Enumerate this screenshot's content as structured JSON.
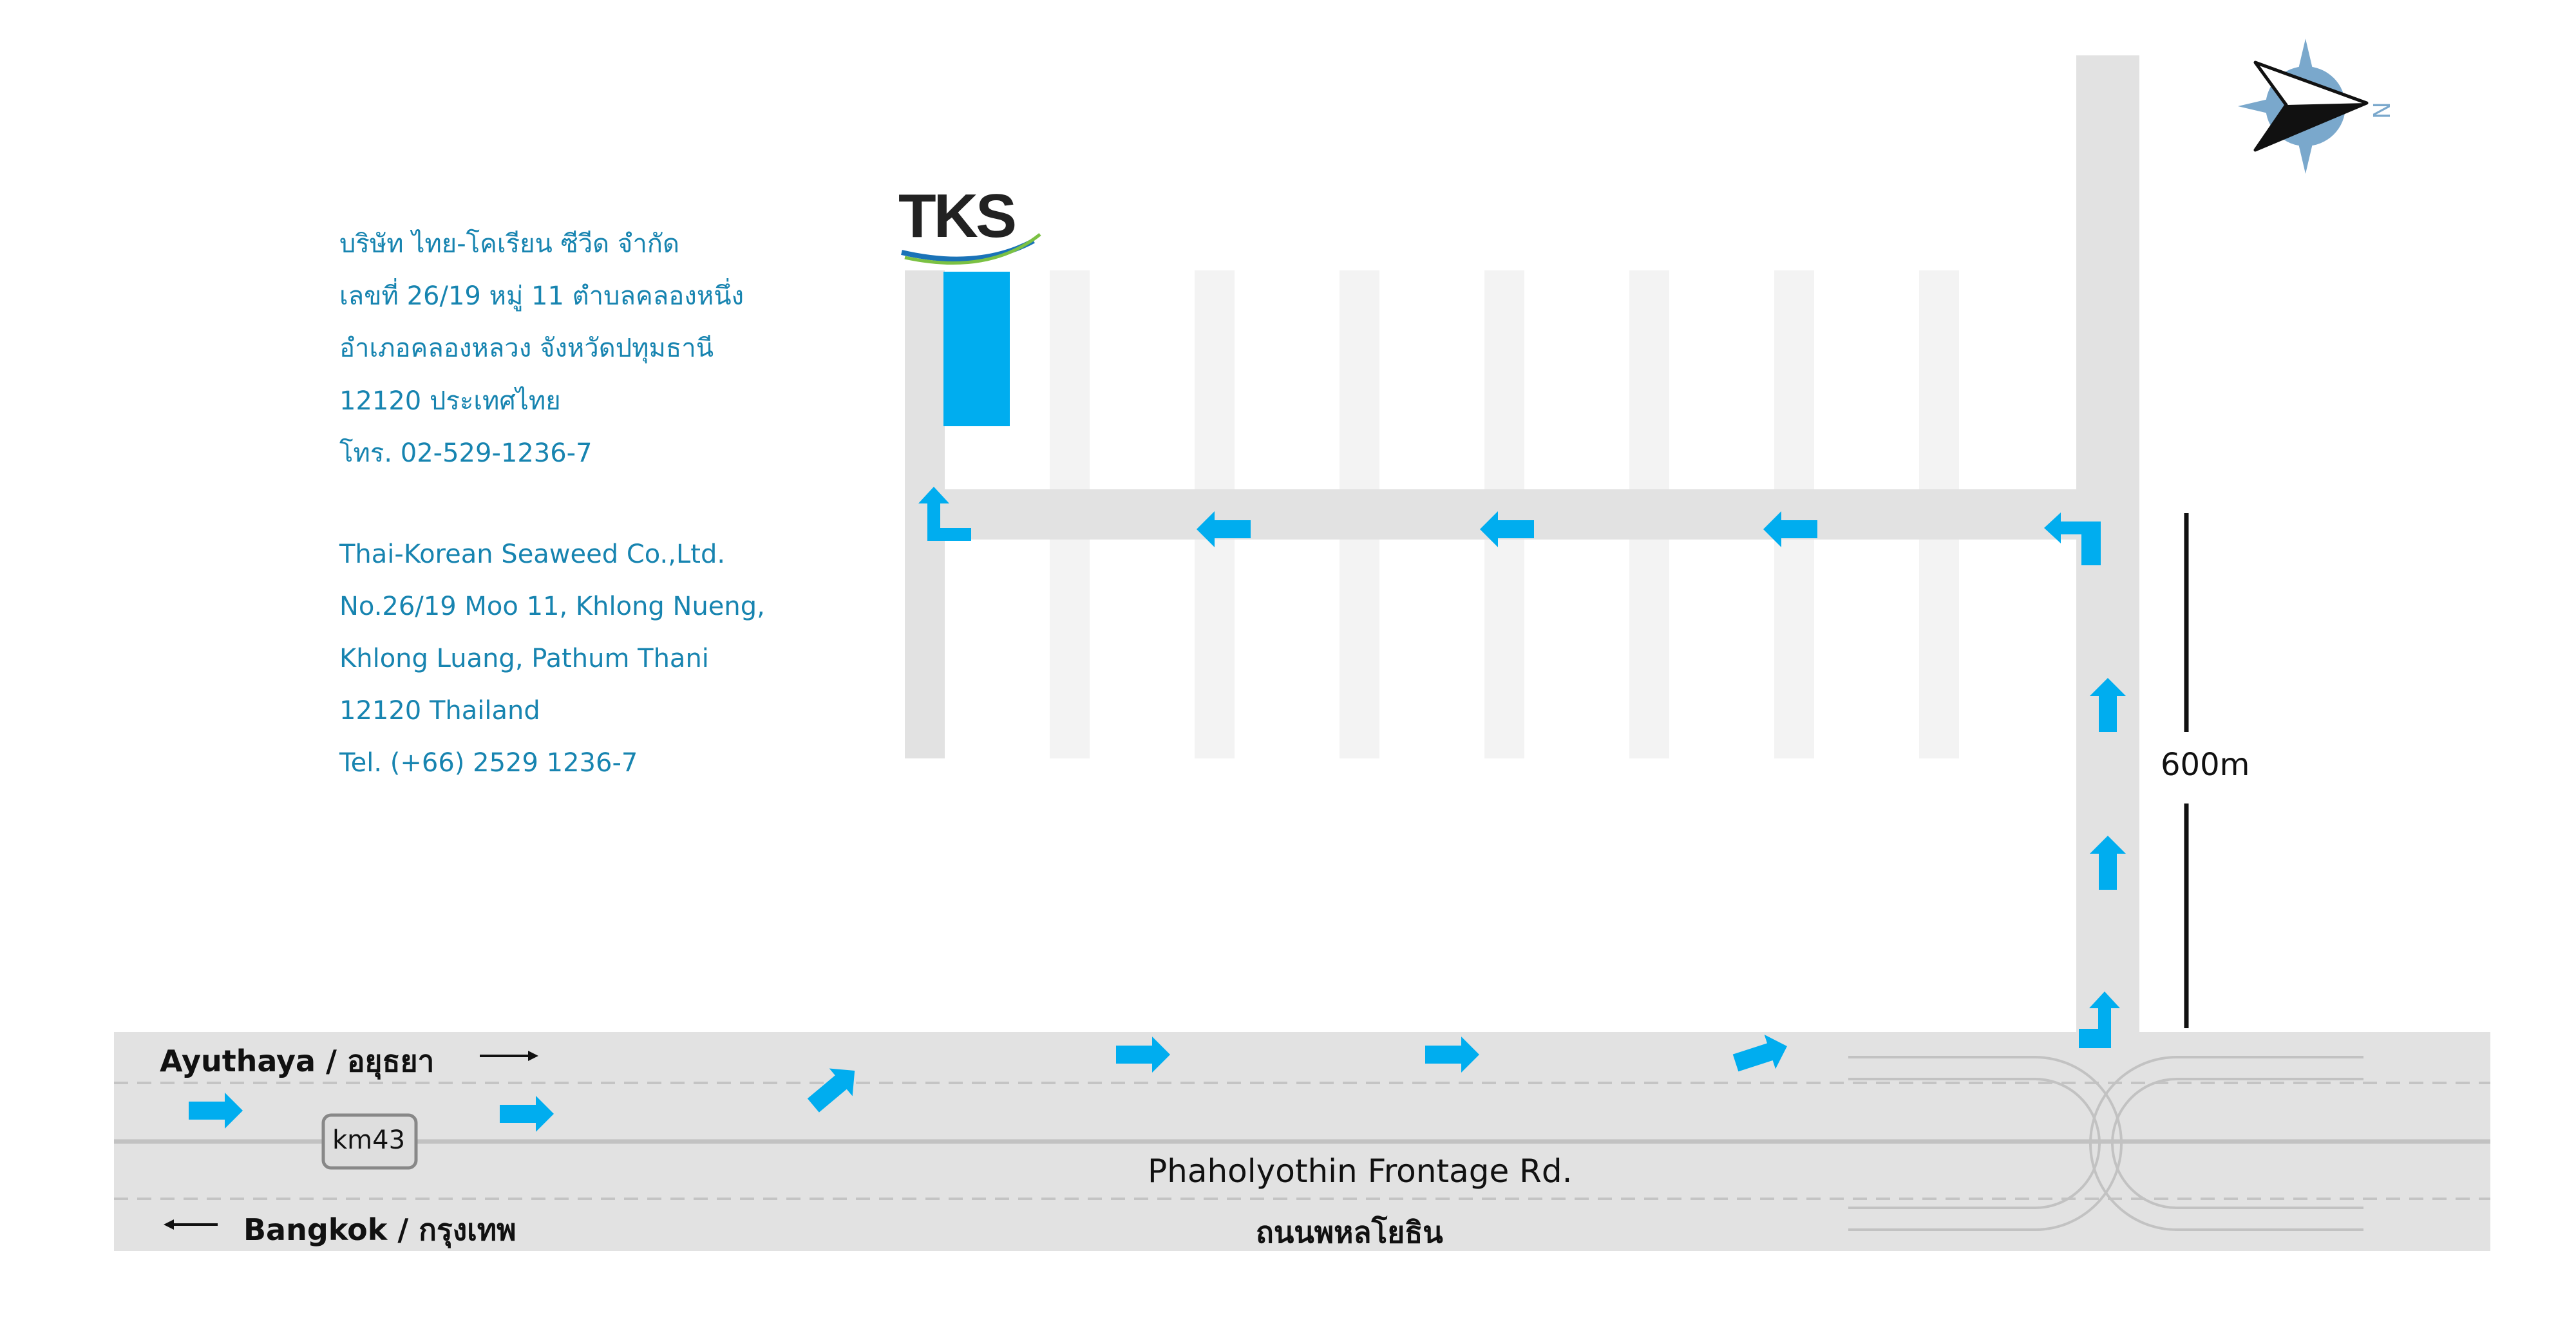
{
  "company": {
    "logo_text": "TKS",
    "address_th": [
      "บริษัท ไทย-โคเรียน ซีวีด จำกัด",
      "เลขที่ 26/19 หมู่ 11 ตำบลคลองหนึ่ง",
      "อำเภอคลองหลวง จังหวัดปทุมธานี",
      "12120 ประเทศไทย",
      "โทร. 02-529-1236-7"
    ],
    "address_en": [
      "Thai-Korean Seaweed Co.,Ltd.",
      "No.26/19 Moo 11, Khlong Nueng,",
      "Khlong Luang, Pathum Thani",
      "12120 Thailand",
      "Tel. (+66) 2529 1236-7"
    ]
  },
  "directions": {
    "north": "Ayuthaya / อยุธยา",
    "south": "Bangkok / กรุงเทพ"
  },
  "road": {
    "name_en": "Phaholyothin Frontage Rd.",
    "name_th": "ถนนพหลโยธิน",
    "km_marker": "km43"
  },
  "distance_label": "600m",
  "compass": {
    "letter": "N",
    "icon": "compass-rose-icon"
  },
  "colors": {
    "road": "#e2e2e2",
    "lane": "#f3f3f3",
    "arrow": "#00adef",
    "building": "#00adef",
    "text_address": "#1784b0",
    "compass": "#7aa8cc"
  }
}
